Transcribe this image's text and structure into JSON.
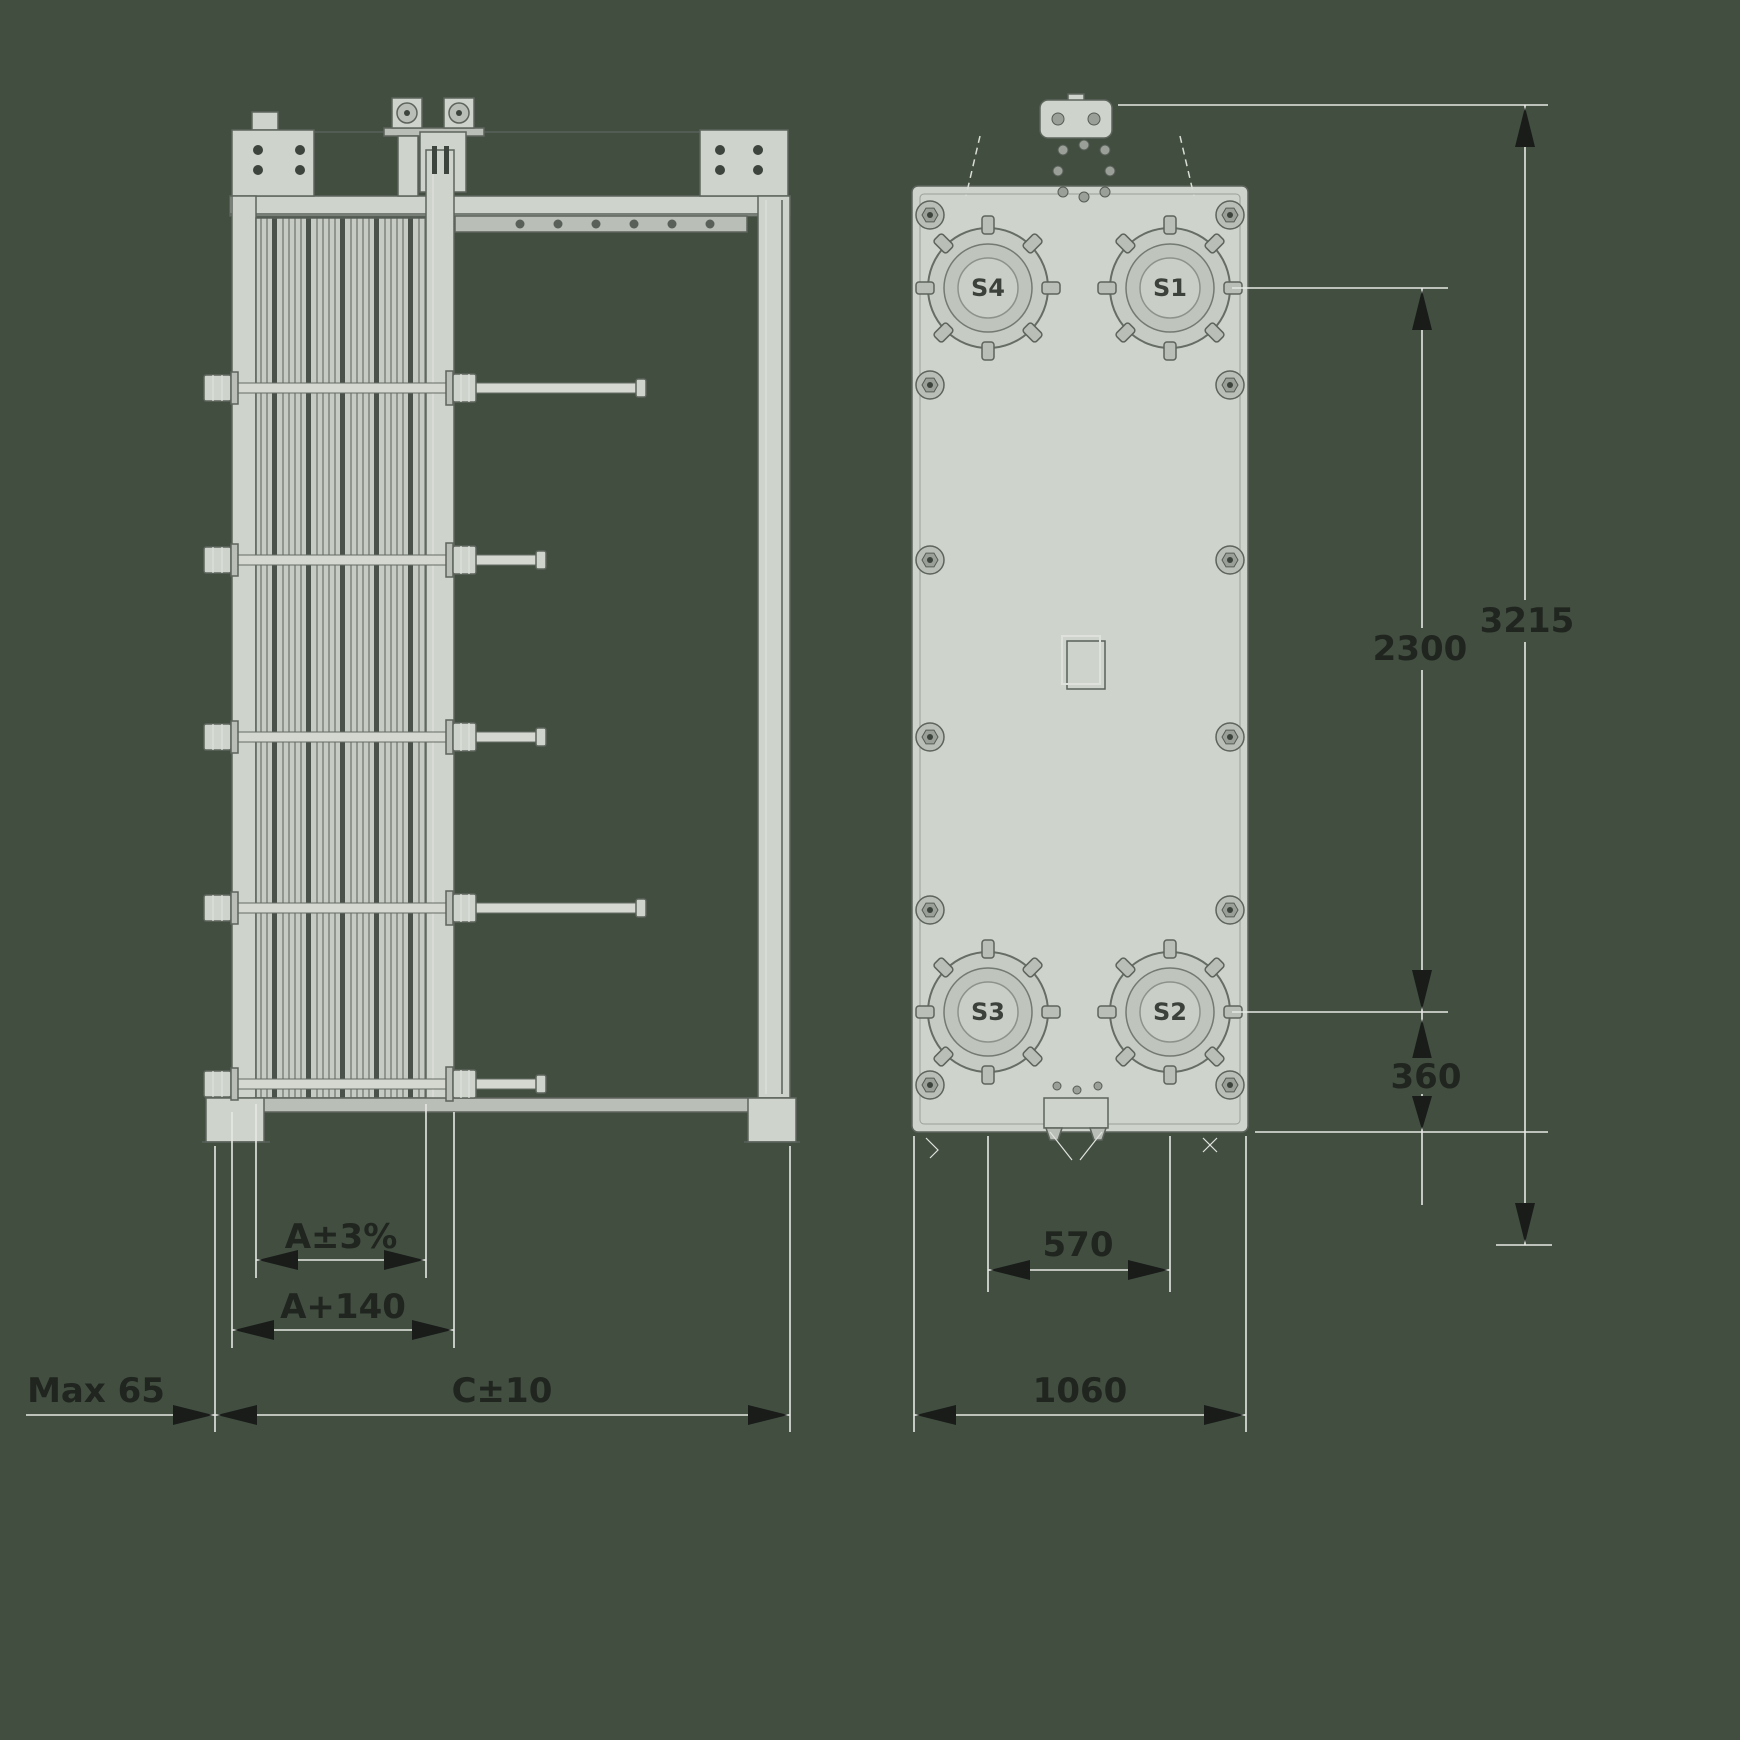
{
  "dimensions": {
    "plate_pack_length": "A±3%",
    "frame_length": "A+140",
    "overall_length": "C±10",
    "max_left": "Max 65",
    "port_horizontal_spacing": "570",
    "frame_width": "1060",
    "port_vertical_spacing": "2300",
    "overall_height": "3215",
    "bottom_port_height": "360"
  },
  "ports": {
    "top_left": "S4",
    "top_right": "S1",
    "bottom_left": "S3",
    "bottom_right": "S2"
  },
  "colors": {
    "background": "#424e40",
    "metal_light": "#ced3cb",
    "metal_mid": "#b9beb6",
    "edge_dark": "#5d645c",
    "dim_line": "#e6e9e4",
    "arrow": "#191c19",
    "text": "#20251f"
  }
}
